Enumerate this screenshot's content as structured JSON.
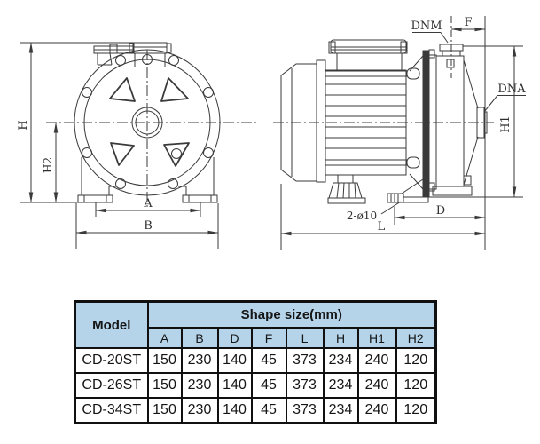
{
  "drawing": {
    "line_color": "#3a3a3a",
    "front_view": {
      "dim_labels": {
        "h": "H",
        "h2": "H2",
        "a": "A",
        "b": "B"
      }
    },
    "side_view": {
      "dim_labels": {
        "dnm": "DNM",
        "f": "F",
        "dna": "DNA",
        "h1": "H1",
        "d": "D",
        "l": "L",
        "mount_holes": "2-ø10"
      }
    }
  },
  "table": {
    "header_bg": "#b5d4ea",
    "model_header": "Model",
    "group_header": "Shape size(mm)",
    "columns": [
      "A",
      "B",
      "D",
      "F",
      "L",
      "H",
      "H1",
      "H2"
    ],
    "rows": [
      {
        "model": "CD-20ST",
        "values": [
          "150",
          "230",
          "140",
          "45",
          "373",
          "234",
          "240",
          "120"
        ]
      },
      {
        "model": "CD-26ST",
        "values": [
          "150",
          "230",
          "140",
          "45",
          "373",
          "234",
          "240",
          "120"
        ]
      },
      {
        "model": "CD-34ST",
        "values": [
          "150",
          "230",
          "140",
          "45",
          "373",
          "234",
          "240",
          "120"
        ]
      }
    ]
  }
}
